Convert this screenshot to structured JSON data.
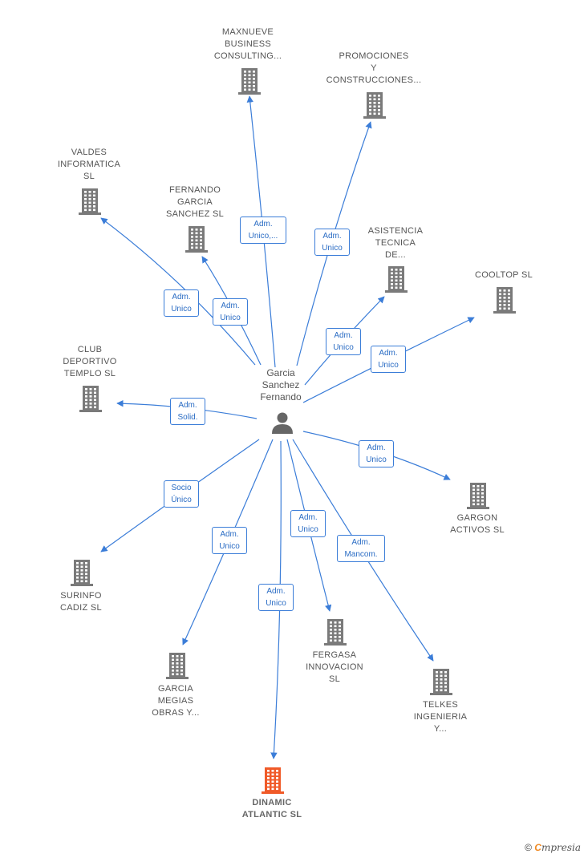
{
  "center": {
    "lines": [
      "Garcia",
      "Sanchez",
      "Fernando"
    ],
    "icon": "person-icon"
  },
  "companies": [
    {
      "id": "maxnueve",
      "lines": [
        "MAXNUEVE",
        "BUSINESS",
        "CONSULTING..."
      ],
      "icon": "building-icon",
      "highlight": false
    },
    {
      "id": "promociones",
      "lines": [
        "PROMOCIONES",
        "Y",
        "CONSTRUCCIONES..."
      ],
      "icon": "building-icon",
      "highlight": false
    },
    {
      "id": "valdes",
      "lines": [
        "VALDES",
        "INFORMATICA",
        "SL"
      ],
      "icon": "building-icon",
      "highlight": false
    },
    {
      "id": "fernando",
      "lines": [
        "FERNANDO",
        "GARCIA",
        "SANCHEZ  SL"
      ],
      "icon": "building-icon",
      "highlight": false
    },
    {
      "id": "asistencia",
      "lines": [
        "ASISTENCIA",
        "TECNICA",
        "DE..."
      ],
      "icon": "building-icon",
      "highlight": false
    },
    {
      "id": "cooltop",
      "lines": [
        "COOLTOP  SL"
      ],
      "icon": "building-icon",
      "highlight": false
    },
    {
      "id": "club",
      "lines": [
        "CLUB",
        "DEPORTIVO",
        "TEMPLO  SL"
      ],
      "icon": "building-icon",
      "highlight": false
    },
    {
      "id": "gargon",
      "lines": [
        "GARGON",
        "ACTIVOS SL"
      ],
      "icon": "building-icon",
      "highlight": false
    },
    {
      "id": "surinfo",
      "lines": [
        "SURINFO",
        "CADIZ SL"
      ],
      "icon": "building-icon",
      "highlight": false
    },
    {
      "id": "garciamegias",
      "lines": [
        "GARCIA",
        "MEGIAS",
        "OBRAS Y..."
      ],
      "icon": "building-icon",
      "highlight": false
    },
    {
      "id": "fergasa",
      "lines": [
        "FERGASA",
        "INNOVACION",
        "SL"
      ],
      "icon": "building-icon",
      "highlight": false
    },
    {
      "id": "telkes",
      "lines": [
        "TELKES",
        "INGENIERIA",
        "Y..."
      ],
      "icon": "building-icon",
      "highlight": false
    },
    {
      "id": "dinamic",
      "lines": [
        "DINAMIC",
        "ATLANTIC  SL"
      ],
      "icon": "building-icon",
      "highlight": true
    }
  ],
  "edges": [
    {
      "to": "maxnueve",
      "lines": [
        "Adm.",
        "Unico,..."
      ]
    },
    {
      "to": "promociones",
      "lines": [
        "Adm.",
        "Unico"
      ]
    },
    {
      "to": "valdes",
      "lines": [
        "Adm.",
        "Unico"
      ]
    },
    {
      "to": "fernando",
      "lines": [
        "Adm.",
        "Unico"
      ]
    },
    {
      "to": "asistencia",
      "lines": [
        "Adm.",
        "Unico"
      ]
    },
    {
      "to": "cooltop",
      "lines": [
        "Adm.",
        "Unico"
      ]
    },
    {
      "to": "club",
      "lines": [
        "Adm.",
        "Solid."
      ]
    },
    {
      "to": "gargon",
      "lines": [
        "Adm.",
        "Unico"
      ]
    },
    {
      "to": "surinfo",
      "lines": [
        "Socio",
        "Único"
      ]
    },
    {
      "to": "garciamegias",
      "lines": [
        "Adm.",
        "Unico"
      ]
    },
    {
      "to": "fergasa",
      "lines": [
        "Adm.",
        "Unico"
      ]
    },
    {
      "to": "telkes",
      "lines": [
        "Adm.",
        "Mancom."
      ]
    },
    {
      "to": "dinamic",
      "lines": [
        "Adm.",
        "Unico"
      ]
    }
  ],
  "colors": {
    "building": "#7a7a7a",
    "building_highlight": "#f05a28",
    "edge": "#3b7dd8",
    "person": "#666666"
  },
  "footer": {
    "copyright": "©",
    "brand_initial": "C",
    "brand_rest": "mpresia"
  }
}
